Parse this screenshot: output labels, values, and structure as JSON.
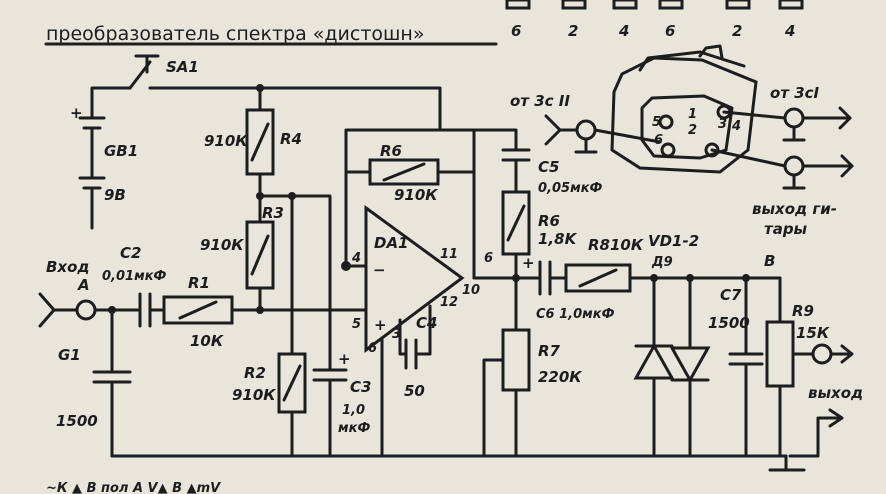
{
  "title": "преобразователь спектра «дистошн»",
  "top_numbers": [
    "6",
    "2",
    "4",
    "6",
    "2",
    "4"
  ],
  "labels": {
    "sa1": "SA1",
    "gb1": "GB1",
    "v9": "9В",
    "plus": "+",
    "r4_val": "910К",
    "r4": "R4",
    "r3": "R3",
    "r3_val": "910К",
    "r6a": "R6",
    "r6a_val": "910К",
    "da1": "DA1",
    "pin4": "4",
    "pin11": "11",
    "pin10": "10",
    "pin12": "12",
    "pin5": "5",
    "pin3": "3",
    "pin6": "6",
    "node6": "6",
    "c5": "С5",
    "c5_val": "0,05мкФ",
    "r6b": "R6",
    "r6b_val": "1,8K",
    "r8": "R810К",
    "vd": "VD1-2",
    "vd_type": "Д9",
    "node_b": "В",
    "input": "Вход",
    "node_a": "А",
    "c2": "С2",
    "c2_val": "0,01мкФ",
    "r1": "R1",
    "r1_val": "10К",
    "g1": "G1",
    "g1_val": "1500",
    "r2": "R2",
    "r2_val": "910К",
    "c3": "С3",
    "c3_val": "1,0",
    "c3_unit": "мкФ",
    "c4": "С4",
    "c4_val": "50",
    "r7": "R7",
    "r7_val": "220К",
    "c6": "С6 1,0мкФ",
    "c7": "С7",
    "c7_val": "1500",
    "r9": "R9",
    "r9_val": "15К",
    "output": "выход",
    "from_3c2": "от 3с II",
    "from_3c1": "от 3сI",
    "guitar_out_1": "выход ги-",
    "guitar_out_2": "тары",
    "plug_1": "1",
    "plug_2": "2",
    "plug_3": "3",
    "plug_4": "4",
    "plug_5": "5",
    "plug_6": "6",
    "bottom_scrap": "~К ▲   В пол   А   V▲        В     ▲mV"
  }
}
